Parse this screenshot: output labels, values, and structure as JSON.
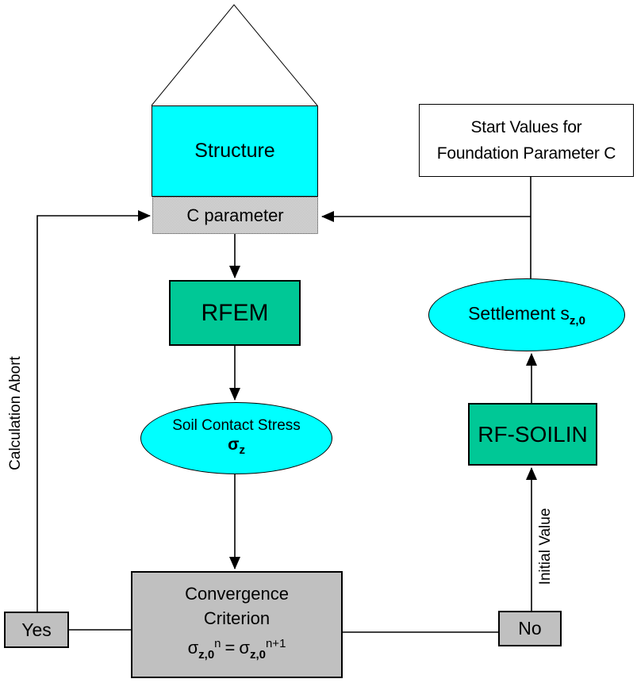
{
  "colors": {
    "node_cyan": "#00FFFF",
    "node_green": "#00C896",
    "node_gray": "#C0C0C0",
    "node_white": "#FFFFFF",
    "checker_gray": "#9A9A9A",
    "line_color": "#000000"
  },
  "nodes": {
    "structure": {
      "label": "Structure"
    },
    "c_parameter": {
      "label": "C parameter"
    },
    "rfem": {
      "label": "RFEM"
    },
    "soil_contact_stress": {
      "line1": "Soil Contact Stress",
      "symbol": "σ",
      "symbol_sub": "z"
    },
    "convergence": {
      "line1": "Convergence",
      "line2": "Criterion",
      "formula": {
        "lhs_sigma": "σ",
        "lhs_sub": "z,0",
        "lhs_sup": "n",
        "equals": "=",
        "rhs_sigma": "σ",
        "rhs_sub": "z,0",
        "rhs_sup": "n+1"
      }
    },
    "yes": {
      "label": "Yes"
    },
    "no": {
      "label": "No"
    },
    "rf_soilin": {
      "label": "RF-SOILIN"
    },
    "settlement": {
      "label": "Settlement s",
      "label_sub": "z,0"
    },
    "start_values": {
      "line1": "Start Values for",
      "line2": "Foundation Parameter C"
    }
  },
  "edge_labels": {
    "calculation_abort": "Calculation Abort",
    "initial_value": "Initial Value"
  }
}
